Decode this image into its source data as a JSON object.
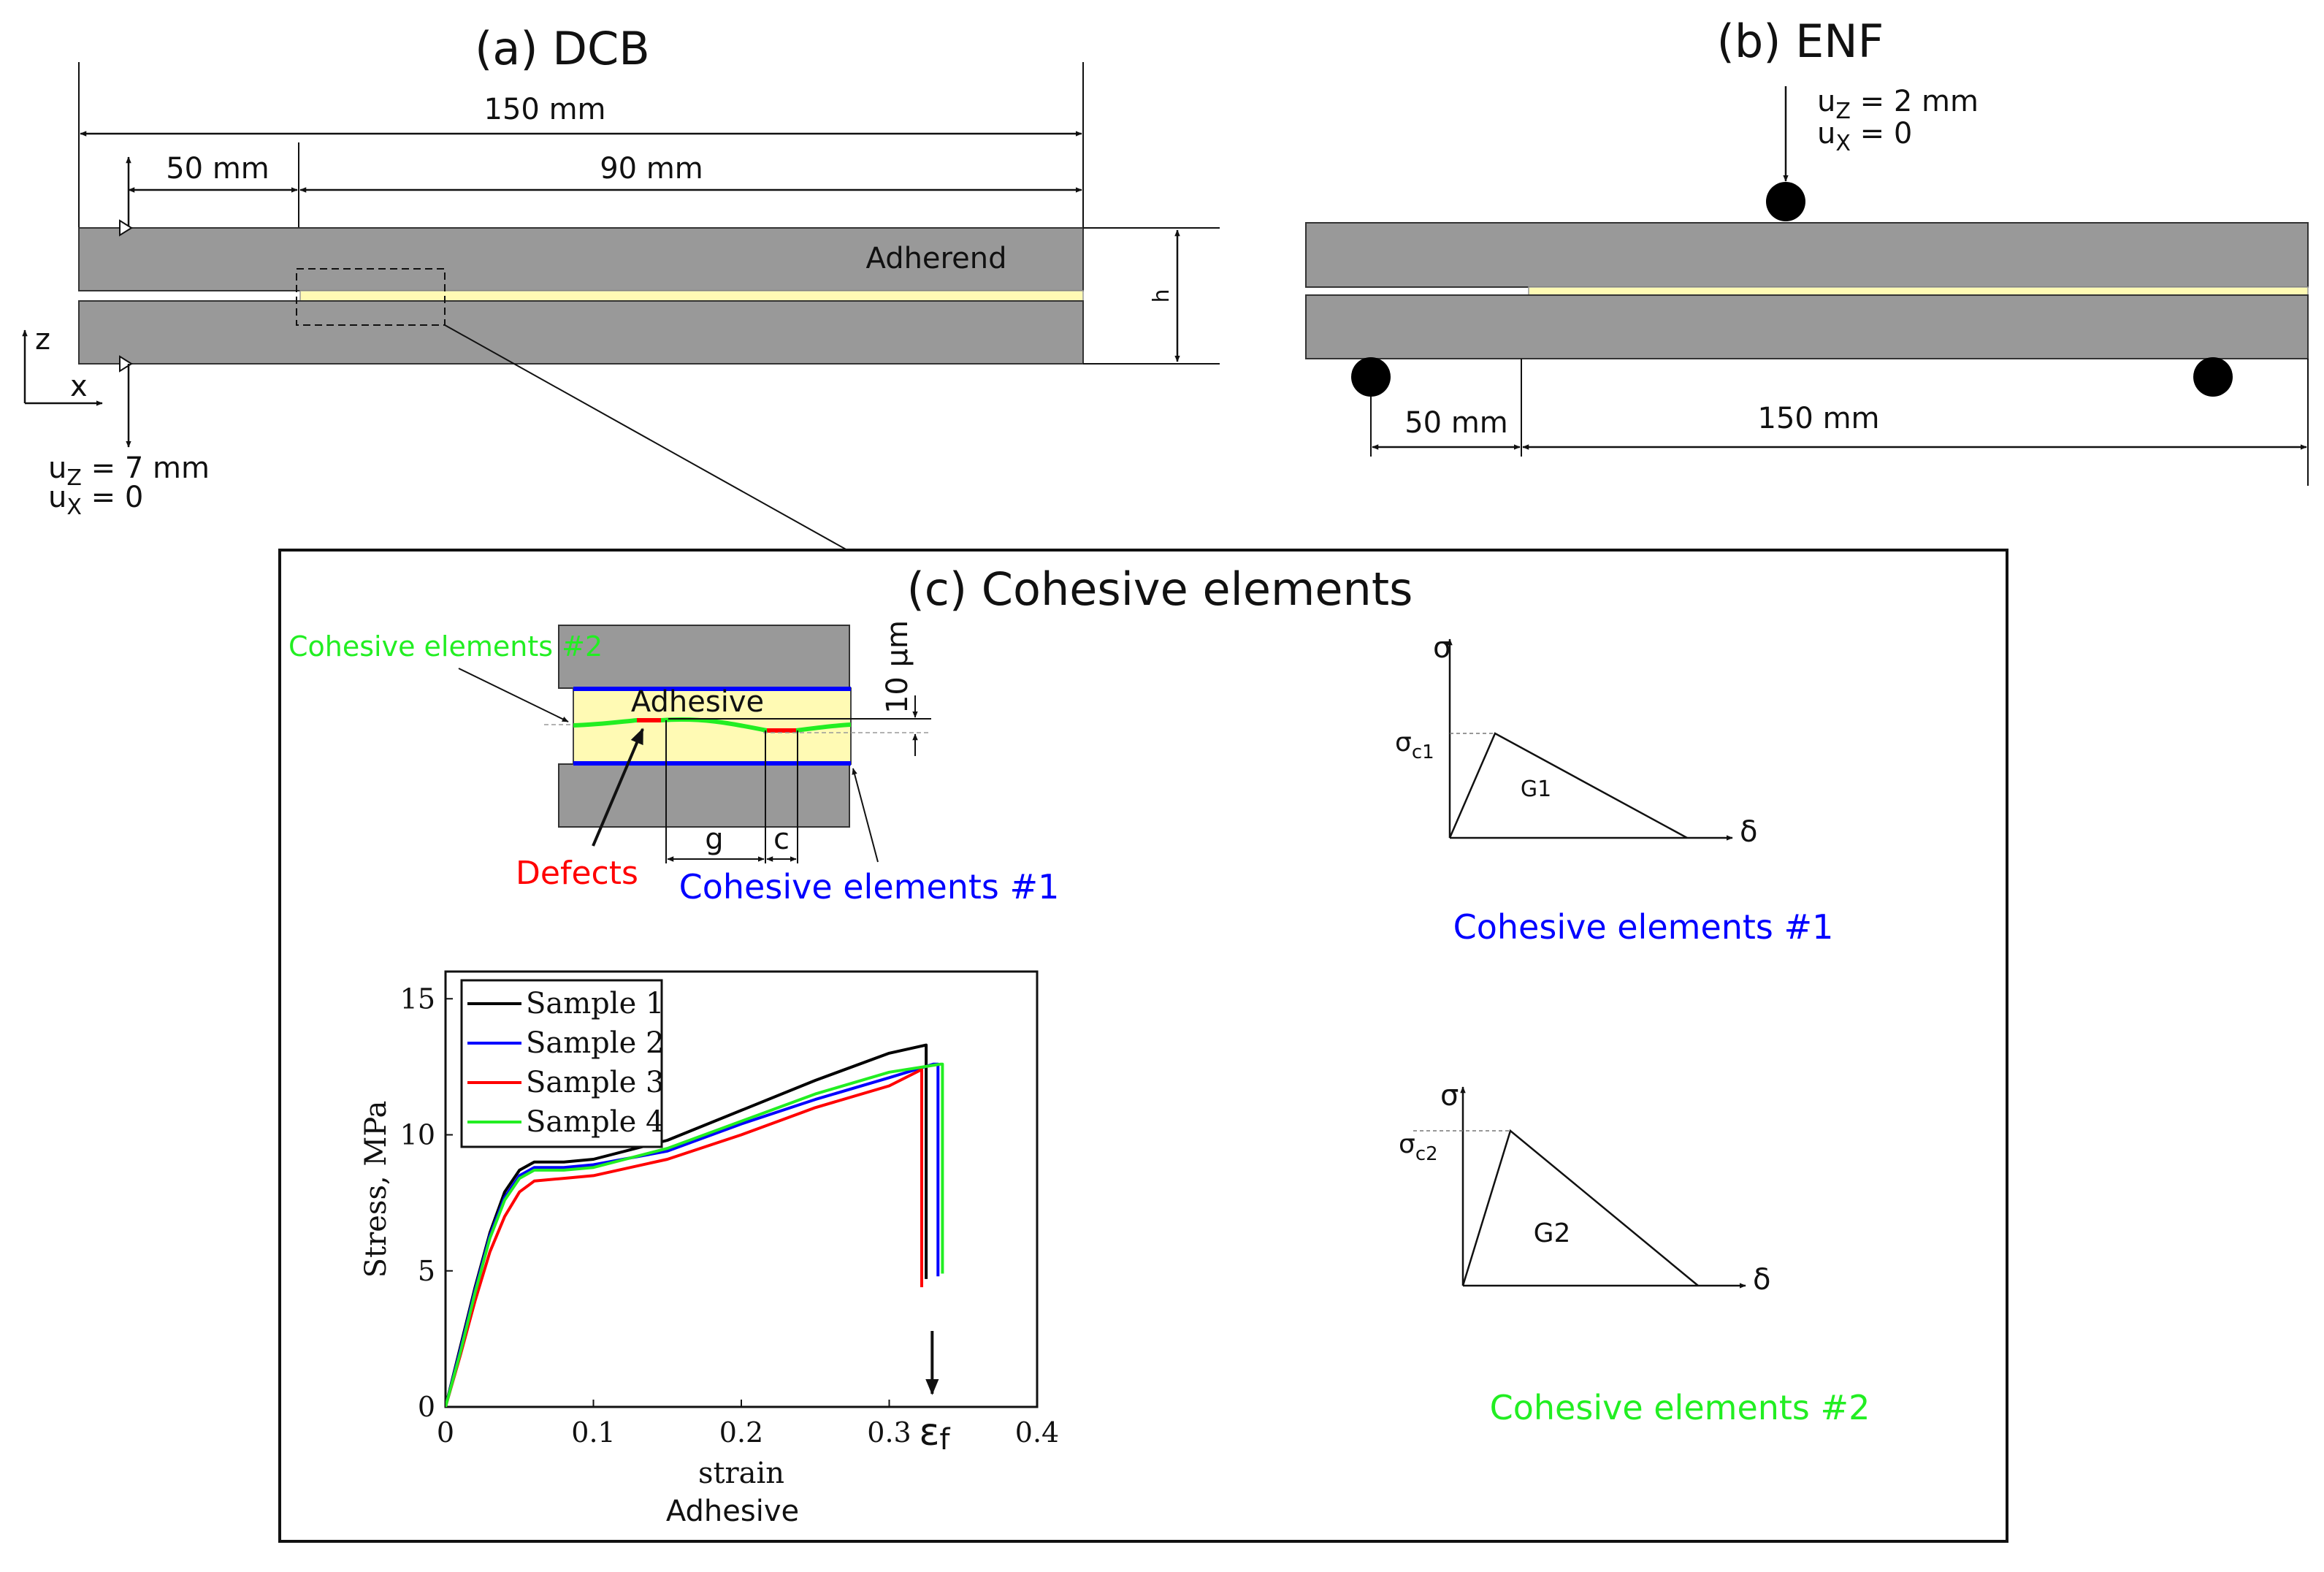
{
  "dcb": {
    "title": "(a) DCB",
    "dim_total": "150 mm",
    "dim_initial_crack": "50 mm",
    "dim_bond": "90 mm",
    "adherend_label": "Adherend",
    "thickness_label": "h",
    "axis_z": "z",
    "axis_x": "x",
    "bc_uz_sym": "u",
    "bc_uz_sub": "Z",
    "bc_uz_val": " = 7 mm",
    "bc_ux_sym": "u",
    "bc_ux_sub": "X",
    "bc_ux_val": " = 0"
  },
  "enf": {
    "title": "(b) ENF",
    "bc_uz_sym": "u",
    "bc_uz_sub": "Z",
    "bc_uz_val": " = 2 mm",
    "bc_ux_sym": "u",
    "bc_ux_sub": "X",
    "bc_ux_val": " = 0",
    "dim_left": "50 mm",
    "dim_right": "150 mm"
  },
  "cohesive": {
    "title": "(c) Cohesive elements",
    "detail": {
      "ce2_label": "Cohesive elements #2",
      "adhesive_label": "Adhesive",
      "thickness_label": "10 µm",
      "defects_label": "Defects",
      "ce1_label": "Cohesive elements #1",
      "gap_label": "g",
      "crack_label": "c"
    },
    "law1": {
      "y_axis": "σ",
      "x_axis": "δ",
      "peak_sym": "σ",
      "peak_sub": "c1",
      "area": "G1",
      "caption": "Cohesive elements #1"
    },
    "law2": {
      "y_axis": "σ",
      "x_axis": "δ",
      "peak_sym": "σ",
      "peak_sub": "c2",
      "area": "G2",
      "caption": "Cohesive elements #2"
    },
    "colors": {
      "ce1": "#0000ff",
      "ce2": "#22ee22",
      "defects": "#ff0000"
    }
  },
  "chart_data": {
    "type": "line",
    "xlabel": "strain",
    "ylabel": "Stress, MPa",
    "caption": "Adhesive",
    "xlim": [
      0,
      0.4
    ],
    "ylim": [
      0,
      16
    ],
    "xticks": [
      0,
      0.1,
      0.2,
      0.3,
      0.4
    ],
    "xtick_labels": [
      "0",
      "0.1",
      "0.2",
      "0.3",
      "0.4"
    ],
    "yticks": [
      0,
      5,
      10,
      15
    ],
    "ytick_labels": [
      "0",
      "5",
      "10",
      "15"
    ],
    "grid": false,
    "legend_position": "top-left",
    "annotation": {
      "sym": "ε",
      "sub": "f",
      "x": 0.333
    },
    "series": [
      {
        "name": "Sample 1",
        "color": "#000000",
        "x": [
          0,
          0.01,
          0.02,
          0.03,
          0.04,
          0.05,
          0.06,
          0.08,
          0.1,
          0.15,
          0.2,
          0.25,
          0.3,
          0.325,
          0.325,
          0.325
        ],
        "y": [
          0,
          2.2,
          4.4,
          6.4,
          7.9,
          8.7,
          9.0,
          9.0,
          9.1,
          9.8,
          10.9,
          12.0,
          13.0,
          13.3,
          13.0,
          4.7
        ]
      },
      {
        "name": "Sample 2",
        "color": "#0000ff",
        "x": [
          0,
          0.01,
          0.02,
          0.03,
          0.04,
          0.05,
          0.06,
          0.08,
          0.1,
          0.15,
          0.2,
          0.25,
          0.3,
          0.33,
          0.333,
          0.333
        ],
        "y": [
          0,
          2.1,
          4.3,
          6.3,
          7.7,
          8.5,
          8.8,
          8.8,
          8.9,
          9.4,
          10.4,
          11.3,
          12.1,
          12.6,
          12.6,
          4.8
        ]
      },
      {
        "name": "Sample 3",
        "color": "#ff0000",
        "x": [
          0,
          0.01,
          0.02,
          0.03,
          0.04,
          0.05,
          0.06,
          0.08,
          0.1,
          0.15,
          0.2,
          0.25,
          0.3,
          0.322,
          0.322,
          0.322
        ],
        "y": [
          0,
          1.9,
          3.9,
          5.7,
          7.0,
          7.9,
          8.3,
          8.4,
          8.5,
          9.1,
          10.0,
          11.0,
          11.8,
          12.4,
          12.4,
          4.4
        ]
      },
      {
        "name": "Sample 4",
        "color": "#22ee22",
        "x": [
          0,
          0.01,
          0.02,
          0.03,
          0.04,
          0.05,
          0.06,
          0.08,
          0.1,
          0.15,
          0.2,
          0.25,
          0.3,
          0.335,
          0.336,
          0.336
        ],
        "y": [
          0,
          2.0,
          4.2,
          6.2,
          7.6,
          8.4,
          8.7,
          8.7,
          8.8,
          9.5,
          10.5,
          11.5,
          12.3,
          12.6,
          12.6,
          4.9
        ]
      }
    ]
  }
}
